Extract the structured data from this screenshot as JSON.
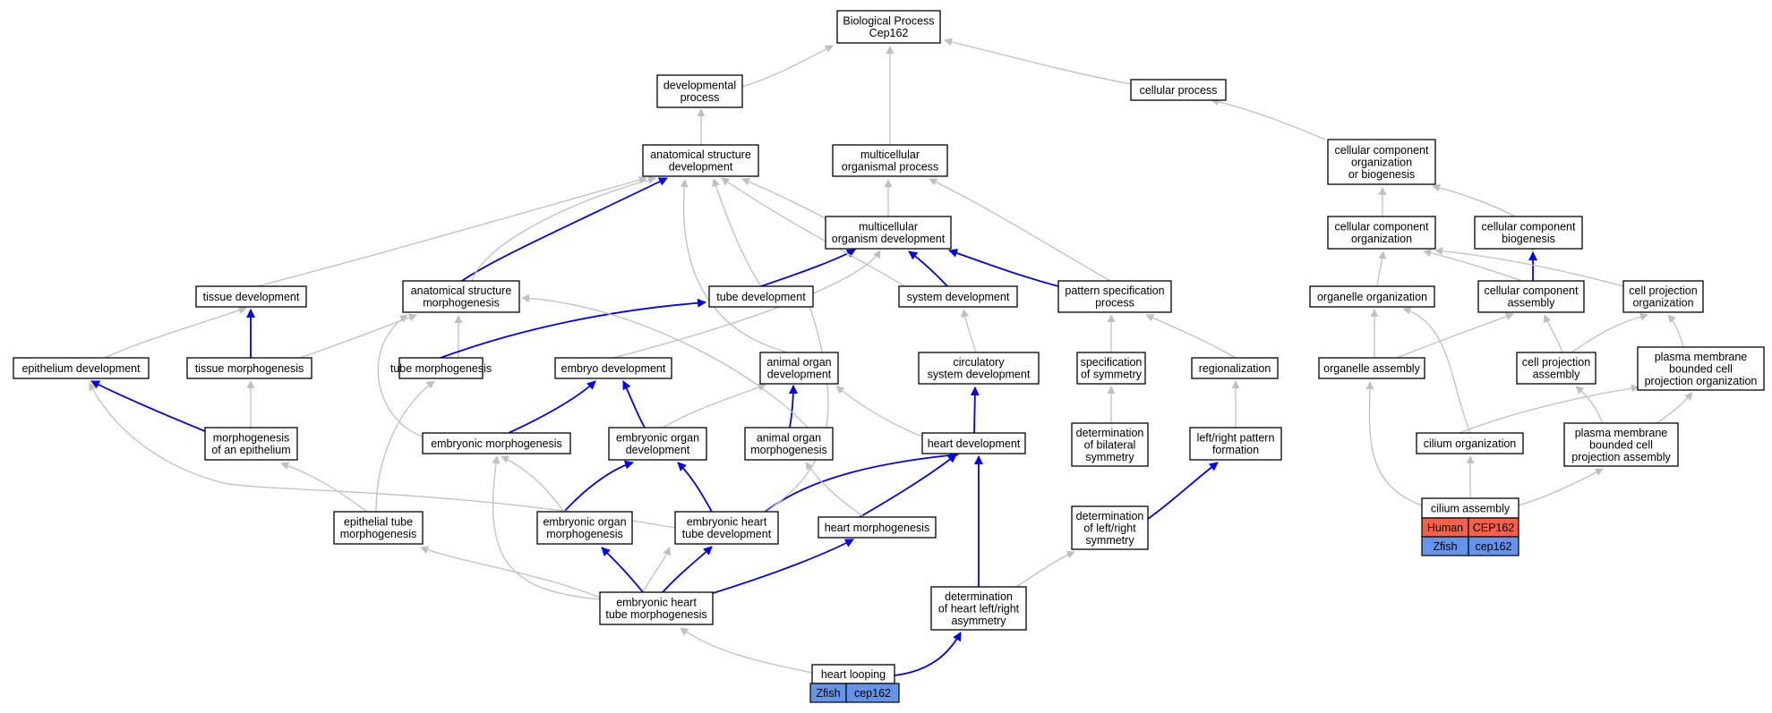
{
  "colors": {
    "human": "#f0624a",
    "zfish": "#6495ed",
    "edge_is_a": "#c0c0c0",
    "edge_part_of": "#0000ff"
  },
  "nodes": {
    "bp": [
      "Biological Process",
      "Cep162"
    ],
    "dev": [
      "developmental",
      "process"
    ],
    "cell": [
      "cellular process"
    ],
    "asd": [
      "anatomical structure",
      "development"
    ],
    "mop": [
      "multicellular",
      "organismal process"
    ],
    "ccob": [
      "cellular component",
      "organization",
      "or biogenesis"
    ],
    "mod": [
      "multicellular",
      "organism development"
    ],
    "cco": [
      "cellular component",
      "organization"
    ],
    "ccb": [
      "cellular component",
      "biogenesis"
    ],
    "tis": [
      "tissue development"
    ],
    "asm": [
      "anatomical structure",
      "morphogenesis"
    ],
    "tube": [
      "tube development"
    ],
    "sys": [
      "system development"
    ],
    "psp": [
      "pattern specification",
      "process"
    ],
    "oo": [
      "organelle organization"
    ],
    "cca": [
      "cellular component",
      "assembly"
    ],
    "cpo": [
      "cell projection",
      "organization"
    ],
    "epi": [
      "epithelium development"
    ],
    "tmo": [
      "tissue morphogenesis"
    ],
    "tubm": [
      "tube morphogenesis"
    ],
    "emb": [
      "embryo development"
    ],
    "aod": [
      "animal organ",
      "development"
    ],
    "circ": [
      "circulatory",
      "system development"
    ],
    "spec": [
      "specification",
      "of symmetry"
    ],
    "reg": [
      "regionalization"
    ],
    "oa": [
      "organelle assembly"
    ],
    "cpa": [
      "cell projection",
      "assembly"
    ],
    "pmbo": [
      "plasma membrane",
      "bounded cell",
      "projection organization"
    ],
    "moe": [
      "morphogenesis",
      "of an epithelium"
    ],
    "embm": [
      "embryonic morphogenesis"
    ],
    "eod": [
      "embryonic organ",
      "development"
    ],
    "aom": [
      "animal organ",
      "morphogenesis"
    ],
    "hd": [
      "heart development"
    ],
    "dbs": [
      "determination",
      "of bilateral",
      "symmetry"
    ],
    "lrp": [
      "left/right pattern",
      "formation"
    ],
    "co": [
      "cilium organization"
    ],
    "pmba": [
      "plasma membrane",
      "bounded cell",
      "projection assembly"
    ],
    "etm": [
      "epithelial tube",
      "morphogenesis"
    ],
    "eom": [
      "embryonic organ",
      "morphogenesis"
    ],
    "ehtd": [
      "embryonic heart",
      "tube development"
    ],
    "hm": [
      "heart morphogenesis"
    ],
    "dlrs": [
      "determination",
      "of left/right",
      "symmetry"
    ],
    "ca": [
      "cilium assembly"
    ],
    "ehtm": [
      "embryonic heart",
      "tube morphogenesis"
    ],
    "dhlr": [
      "determination",
      "of heart left/right",
      "asymmetry"
    ],
    "hl": [
      "heart looping"
    ]
  },
  "tables": {
    "ca": [
      [
        "Human",
        "CEP162"
      ],
      [
        "Zfish",
        "cep162"
      ]
    ],
    "hl": [
      [
        "Zfish",
        "cep162"
      ]
    ]
  }
}
